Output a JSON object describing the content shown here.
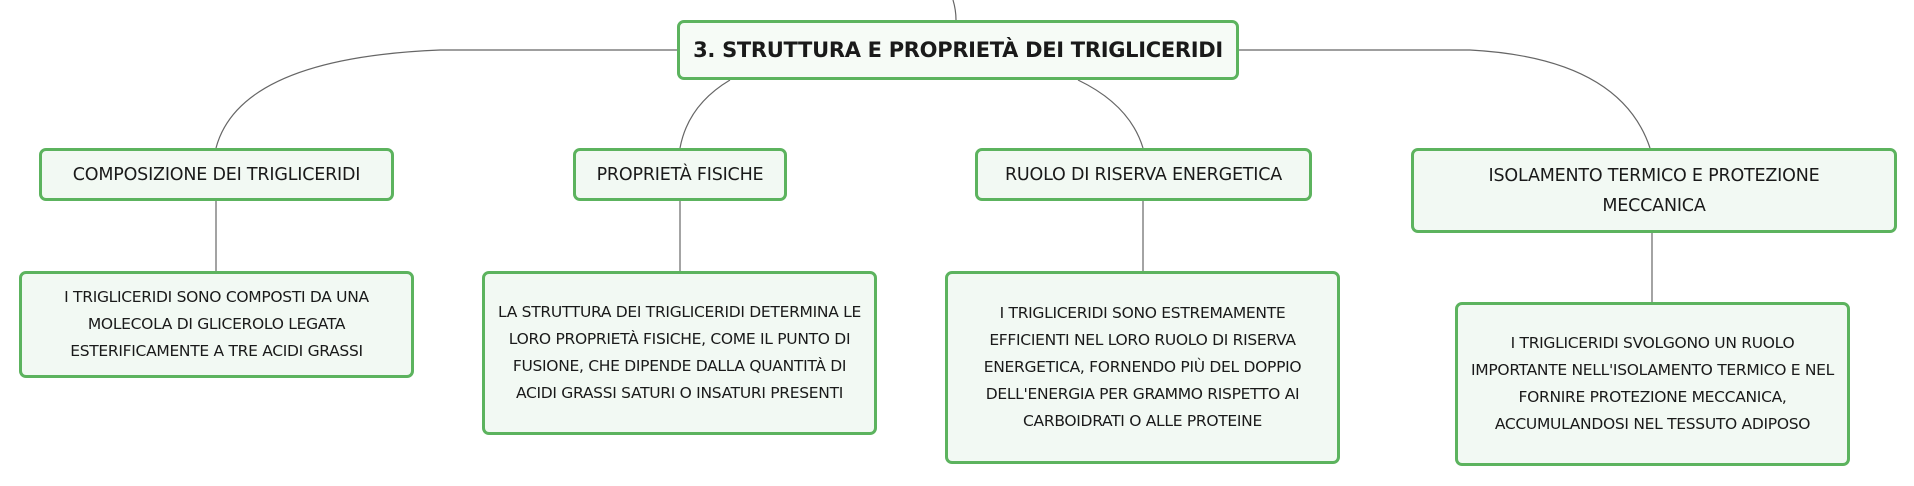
{
  "map": {
    "root": "3. STRUTTURA E PROPRIETÀ DEI TRIGLICERIDI",
    "topics": [
      {
        "label": "COMPOSIZIONE DEI TRIGLICERIDI",
        "detail": "I TRIGLICERIDI SONO COMPOSTI DA UNA MOLECOLA DI GLICEROLO LEGATA ESTERIFICAMENTE A TRE ACIDI GRASSI"
      },
      {
        "label": "PROPRIETÀ FISICHE",
        "detail": "LA STRUTTURA DEI TRIGLICERIDI DETERMINA LE LORO PROPRIETÀ FISICHE, COME IL PUNTO DI FUSIONE, CHE DIPENDE DALLA QUANTITÀ DI ACIDI GRASSI SATURI O INSATURI PRESENTI"
      },
      {
        "label": "RUOLO DI RISERVA ENERGETICA",
        "detail": "I TRIGLICERIDI SONO ESTREMAMENTE EFFICIENTI NEL LORO RUOLO DI RISERVA ENERGETICA, FORNENDO PIÙ DEL DOPPIO DELL'ENERGIA PER GRAMMO RISPETTO AI CARBOIDRATI O ALLE PROTEINE"
      },
      {
        "label": "ISOLAMENTO TERMICO E PROTEZIONE MECCANICA",
        "detail": "I TRIGLICERIDI SVOLGONO UN RUOLO IMPORTANTE NELL'ISOLAMENTO TERMICO E NEL FORNIRE PROTEZIONE MECCANICA, ACCUMULANDOSI NEL TESSUTO ADIPOSO"
      }
    ]
  },
  "colors": {
    "node_border": "#5cb35e",
    "node_fill": "#f2f9f3",
    "connector": "#666666"
  }
}
